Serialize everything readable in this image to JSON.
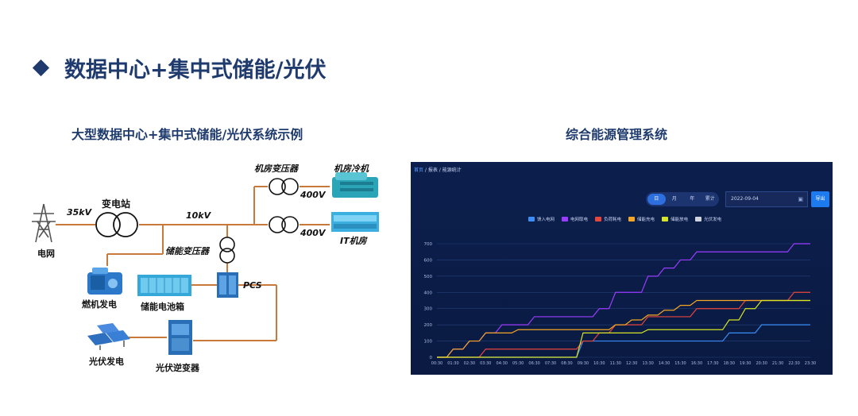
{
  "page": {
    "title": "数据中心+集中式储能/光伏",
    "left_subtitle": "大型数据中心+集中式储能/光伏系统示例",
    "right_subtitle": "综合能源管理系统"
  },
  "diagram": {
    "labels": {
      "grid": "电网",
      "v35": "35kV",
      "substation": "变电站",
      "v10": "10kV",
      "room_transformer": "机房变压器",
      "room_cooling": "机房冷机",
      "v400_a": "400V",
      "v400_b": "400V",
      "it_room": "IT机房",
      "storage_transformer": "储能变压器",
      "pcs": "PCS",
      "gas_generator": "燃机发电",
      "battery_box": "储能电池箱",
      "pv_generation": "光伏发电",
      "pv_inverter": "光伏逆变器"
    },
    "colors": {
      "line": "#c97a3a",
      "text": "#111111"
    }
  },
  "ems": {
    "breadcrumb": [
      "首页",
      "报表",
      "能源统计"
    ],
    "tabs": [
      "日",
      "月",
      "年",
      "累计"
    ],
    "active_tab": "日",
    "date": "2022-09-04",
    "export_label": "导出"
  },
  "chart_data": {
    "type": "line",
    "x": [
      "00:30",
      "01:30",
      "02:30",
      "03:30",
      "04:30",
      "05:30",
      "06:30",
      "07:30",
      "08:30",
      "09:30",
      "10:30",
      "11:30",
      "12:30",
      "13:30",
      "14:30",
      "15:30",
      "16:30",
      "17:30",
      "18:30",
      "19:30",
      "20:30",
      "21:30",
      "22:30",
      "23:30"
    ],
    "ylim": [
      0,
      700
    ],
    "yticks": [
      0,
      100,
      200,
      300,
      400,
      500,
      600,
      700
    ],
    "grid": true,
    "legend_position": "top-center",
    "series": [
      {
        "name": "馈入电网",
        "color": "#3a8ef6",
        "values": [
          0,
          0,
          0,
          0,
          0,
          0,
          0,
          0,
          0,
          100,
          100,
          100,
          100,
          100,
          100,
          100,
          100,
          100,
          150,
          150,
          200,
          200,
          200,
          200
        ]
      },
      {
        "name": "电网取电",
        "color": "#9b3cff",
        "values": [
          0,
          50,
          100,
          150,
          200,
          200,
          250,
          250,
          250,
          250,
          300,
          400,
          400,
          500,
          550,
          600,
          650,
          650,
          650,
          650,
          650,
          650,
          700,
          700
        ]
      },
      {
        "name": "负荷耗电",
        "color": "#e8453c",
        "values": [
          0,
          0,
          0,
          50,
          50,
          50,
          50,
          50,
          50,
          100,
          150,
          200,
          200,
          250,
          250,
          250,
          300,
          300,
          300,
          350,
          350,
          350,
          400,
          400
        ]
      },
      {
        "name": "储能充电",
        "color": "#f5a623",
        "values": [
          0,
          50,
          100,
          150,
          150,
          170,
          170,
          170,
          170,
          170,
          170,
          200,
          230,
          260,
          290,
          320,
          350,
          350,
          350,
          350,
          350,
          350,
          350,
          350
        ]
      },
      {
        "name": "储能放电",
        "color": "#d6e524",
        "values": [
          0,
          0,
          0,
          0,
          0,
          0,
          0,
          0,
          0,
          150,
          150,
          150,
          150,
          170,
          170,
          170,
          170,
          170,
          230,
          300,
          350,
          350,
          350,
          350
        ]
      },
      {
        "name": "光伏发电",
        "color": "#d0d4dc",
        "values": []
      }
    ]
  }
}
